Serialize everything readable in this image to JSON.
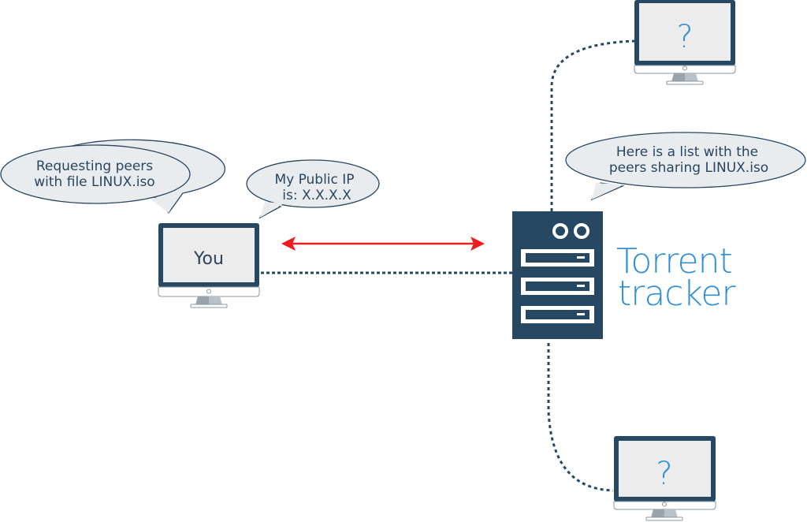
{
  "colors": {
    "dark_navy": "#264863",
    "screen_fill": "#ececec",
    "bubble_fill": "#e9ecee",
    "bubble_stroke": "#2a4560",
    "accent_blue": "#2f8fd6",
    "arrow_red": "#ef1c1c"
  },
  "bubbles": {
    "request": {
      "line1": "Requesting peers",
      "line2": "with file LINUX.iso"
    },
    "ip": {
      "line1": "My Public IP",
      "line2": "is: X.X.X.X"
    },
    "reply": {
      "line1": "Here is a list with the",
      "line2": "peers sharing LINUX.iso"
    }
  },
  "you_computer": {
    "label": "You"
  },
  "peer_top": {
    "label": "?"
  },
  "peer_bottom": {
    "label": "?"
  },
  "tracker": {
    "line1": "Torrent",
    "line2": "tracker"
  },
  "icons": {
    "you_computer": "monitor-icon",
    "peer_top": "monitor-icon",
    "peer_bottom": "monitor-icon",
    "tracker": "server-icon",
    "exchange": "double-arrow-icon"
  }
}
